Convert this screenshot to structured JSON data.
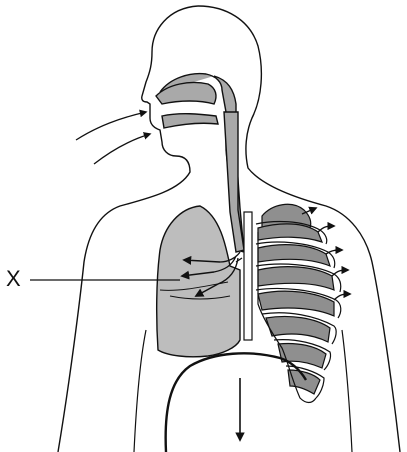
{
  "diagram": {
    "label": "X",
    "colors": {
      "outline": "#111111",
      "lung": "#bdbdbd",
      "airway": "#a9a9a9",
      "rib": "#8f8f8f",
      "background": "#ffffff"
    },
    "icons": {
      "air-in": "arrow",
      "diaphragm-movement": "down-arrow",
      "rib-movement": "outward-arrows"
    }
  }
}
